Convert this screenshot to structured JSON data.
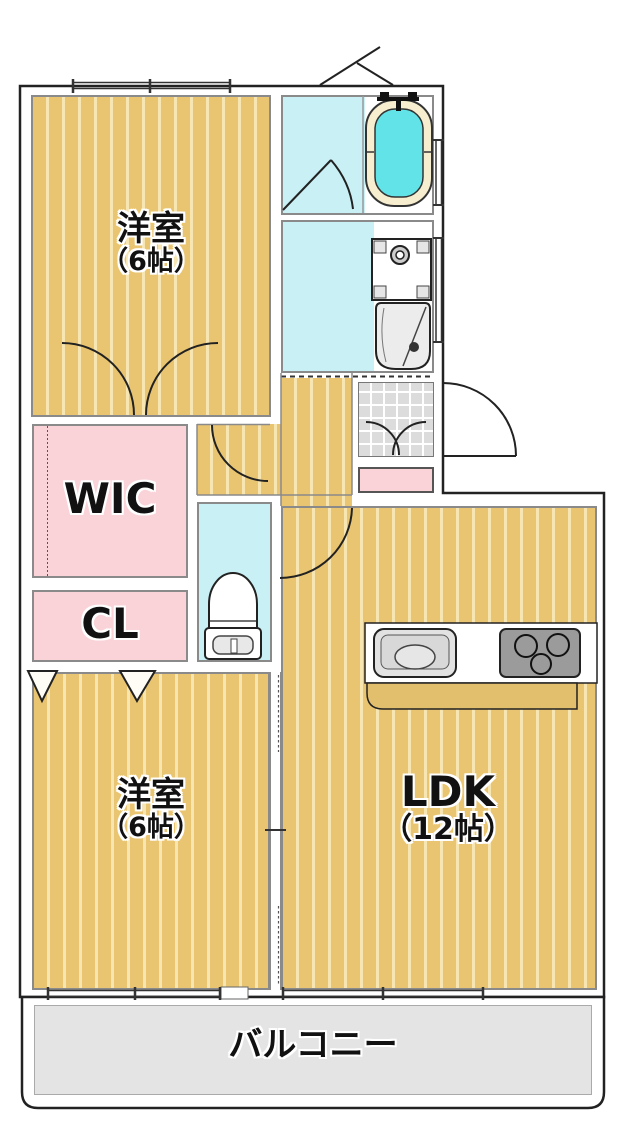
{
  "rooms": {
    "bedroom_top": {
      "name": "洋室",
      "size": "（6帖）"
    },
    "bedroom_bottom": {
      "name": "洋室",
      "size": "（6帖）"
    },
    "ldk": {
      "name": "LDK",
      "size": "（12帖）"
    },
    "wic": {
      "label": "WIC"
    },
    "closet": {
      "label": "CL"
    },
    "balcony": {
      "label": "バルコニー"
    }
  },
  "fixtures": {
    "bathtub": "bathtub",
    "bath_faucet": "bath-faucet",
    "washing_machine_pan": "washing-machine-pan",
    "wash_basin": "wash-basin",
    "toilet": "toilet",
    "kitchen_sink": "kitchen-sink",
    "gas_stove": "gas-stove",
    "kitchen_counter": "kitchen-counter",
    "shoe_cabinet": "shoe-cabinet",
    "entrance_tile": "entrance-tile"
  },
  "colors": {
    "flooring": "#e9c571",
    "flooring_stripe": "#f7e6b2",
    "wet_area": "#c8f0f5",
    "bath_water": "#62e3e8",
    "tub_rim": "#f6eecf",
    "storage_pink": "#fad3d8",
    "entrance_tile": "#dcdcdc",
    "balcony": "#e4e4e4",
    "stove": "#9b9b9b",
    "outline": "#222222",
    "wall_line": "#8a8a8a"
  }
}
